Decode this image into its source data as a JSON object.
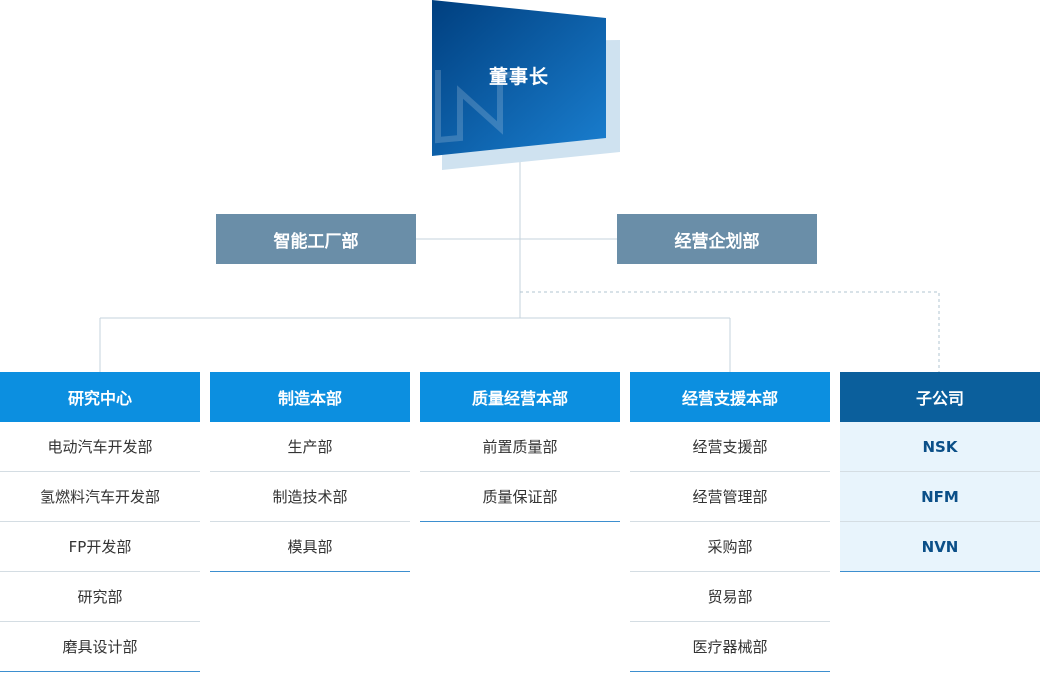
{
  "chairman": {
    "label": "董事长"
  },
  "staff_units": [
    {
      "label": "智能工厂部"
    },
    {
      "label": "经营企划部"
    }
  ],
  "divisions": [
    {
      "label": "研究中心",
      "items": [
        "电动汽车开发部",
        "氢燃料汽车开发部",
        "FP开发部",
        "研究部",
        "磨具设计部"
      ]
    },
    {
      "label": "制造本部",
      "items": [
        "生产部",
        "制造技术部",
        "模具部"
      ]
    },
    {
      "label": "质量经营本部",
      "items": [
        "前置质量部",
        "质量保证部"
      ]
    },
    {
      "label": "经营支援本部",
      "items": [
        "经营支援部",
        "经营管理部",
        "采购部",
        "贸易部",
        "医疗器械部"
      ]
    },
    {
      "label": "子公司",
      "items": [
        "NSK",
        "NFM",
        "NVN"
      ]
    }
  ],
  "colors": {
    "chairman_dark": "#003f7f",
    "chairman_light": "#1a7fd0",
    "staff": "#6a8ea8",
    "division": "#0c8fe0",
    "subsidiary": "#0b5f9c",
    "connector": "#c5d3dc"
  }
}
